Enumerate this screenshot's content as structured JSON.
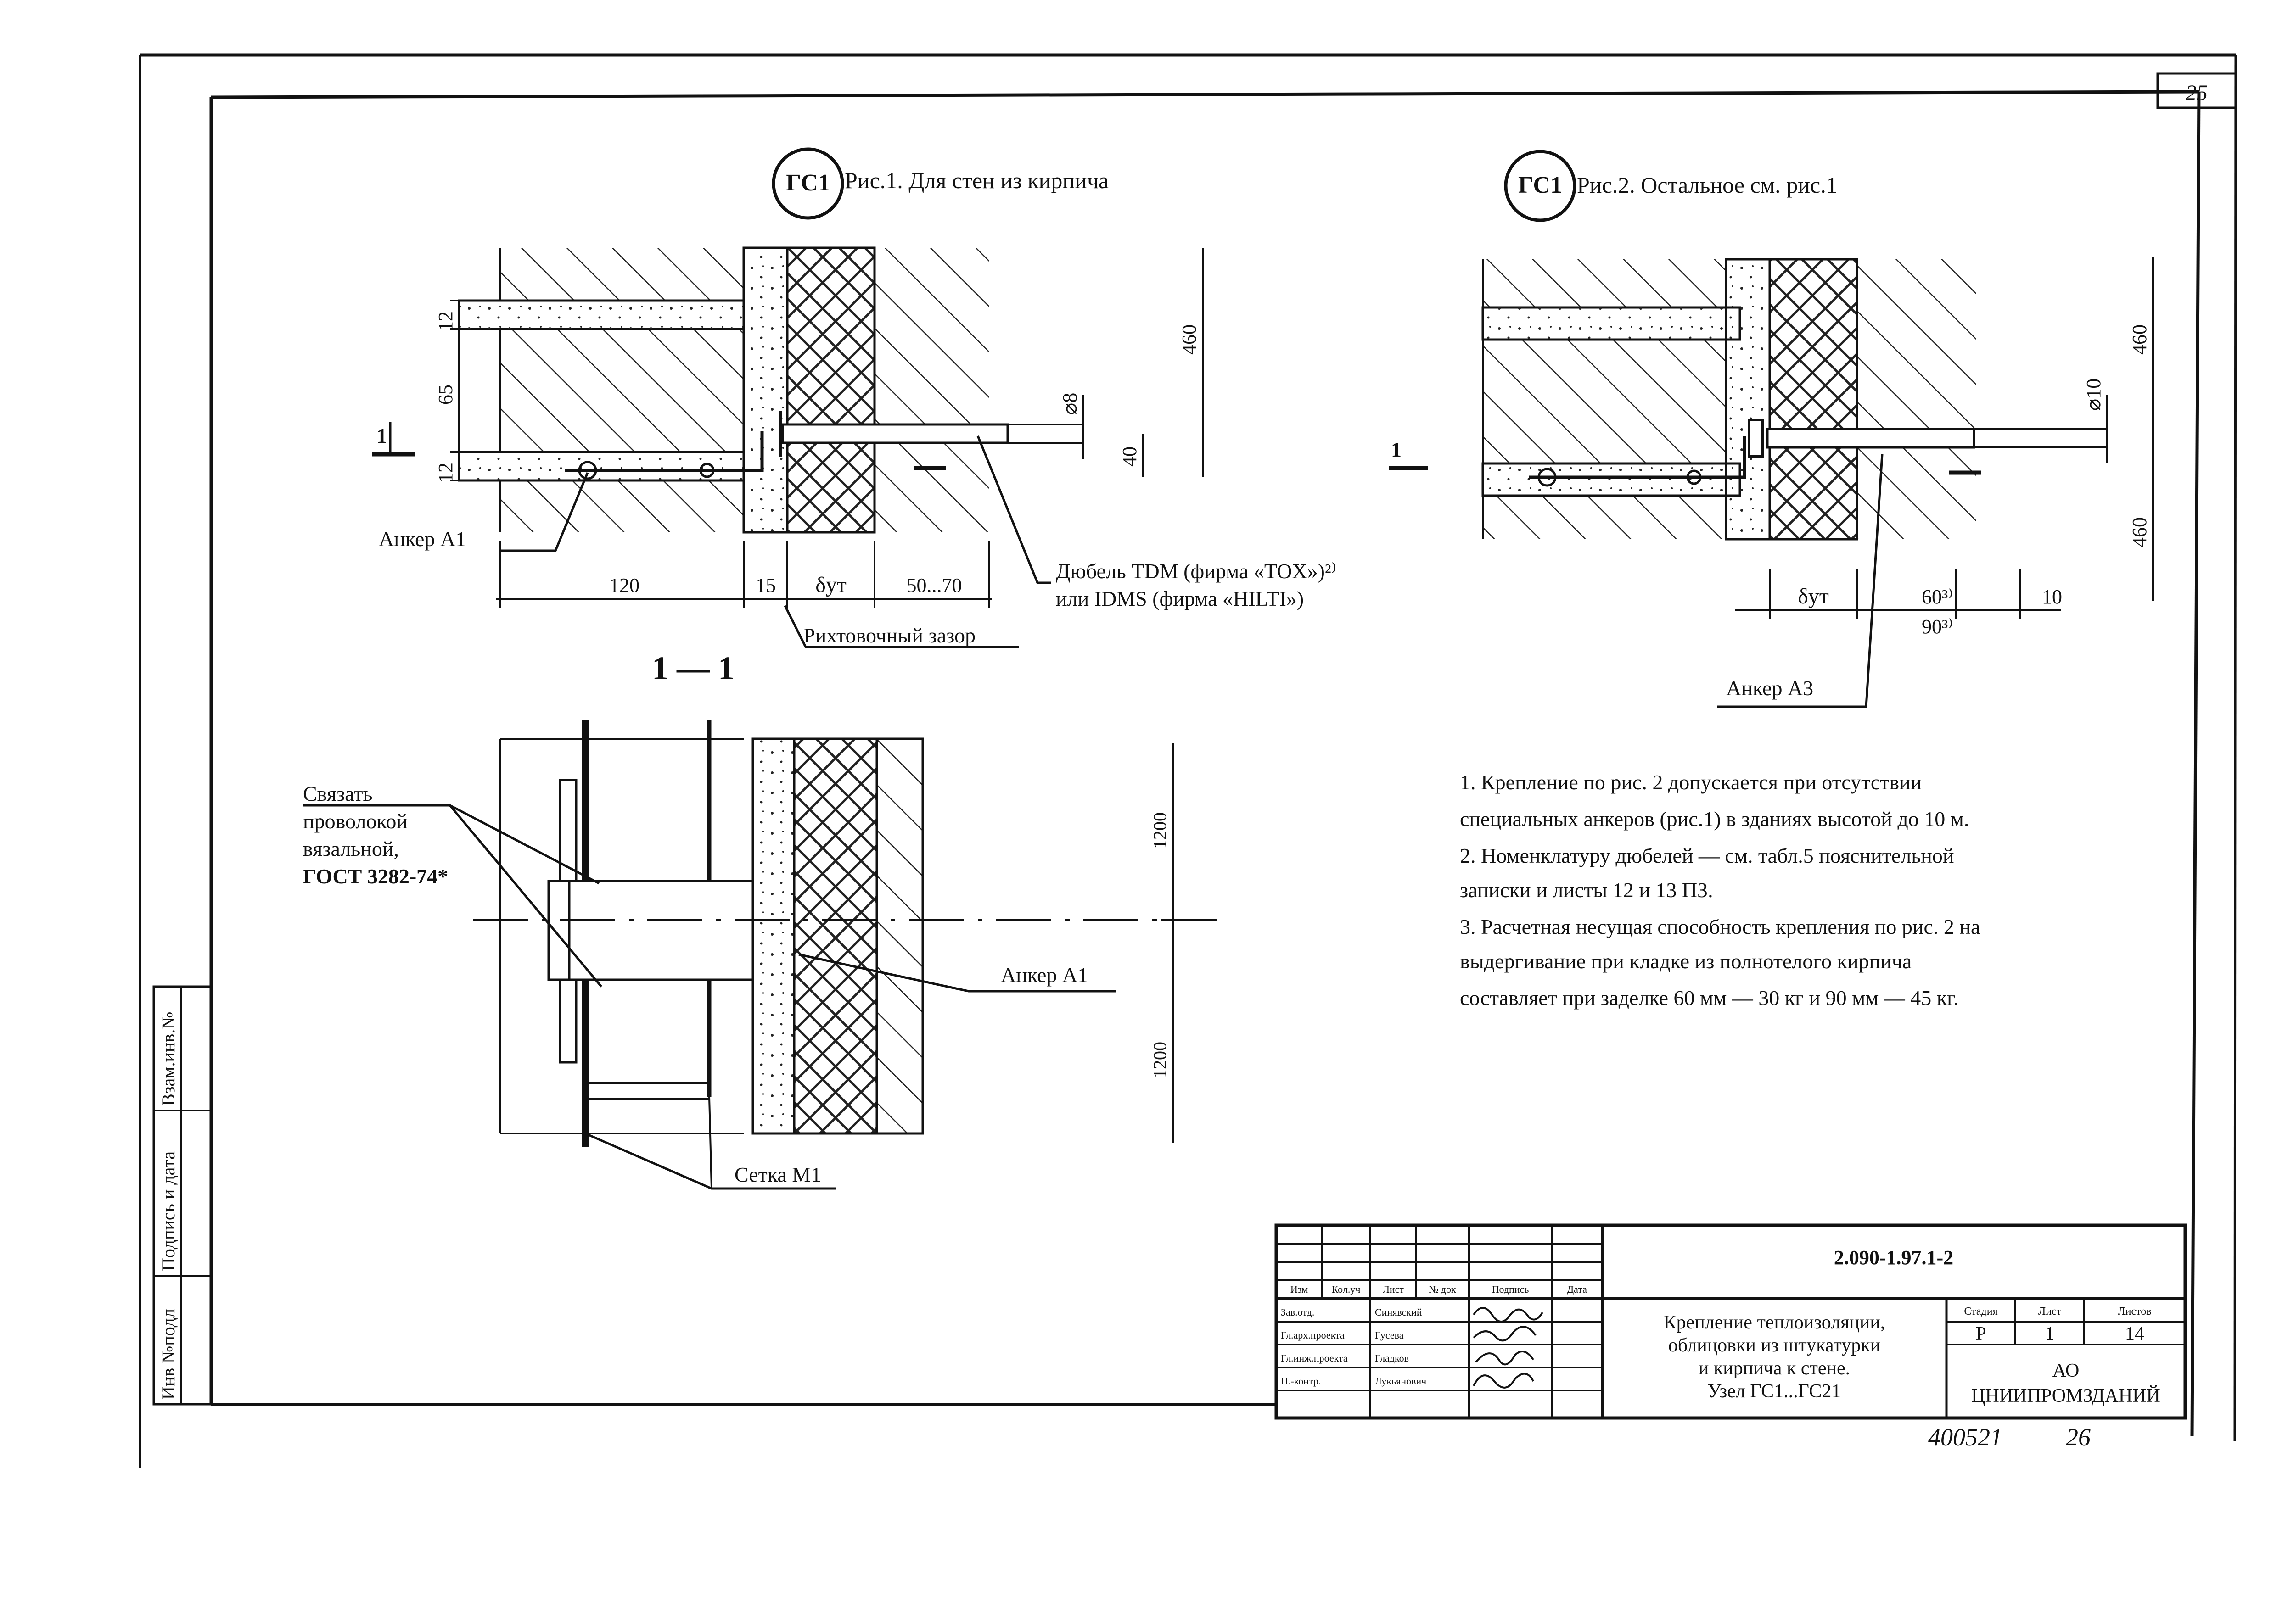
{
  "sheet": {
    "page_number": "25",
    "handwritten_number": "400521",
    "handwritten_sheet": "26"
  },
  "side_stamp": {
    "inv_original": "Инв №подл",
    "sign_date": "Подпись и дата",
    "inv_replace": "Взам.инв.№"
  },
  "figure1": {
    "node": "ГС1",
    "caption": "Рис.1. Для стен из   кирпича",
    "dim_12_top": "12",
    "dim_65": "65",
    "dim_12_bottom": "12",
    "dim_460": "460",
    "dim_40": "40",
    "dim_d8": "⌀8",
    "dim_120": "120",
    "dim_15": "15",
    "dim_delta": "δут",
    "dim_50_70": "50...70",
    "section_mark": "1",
    "label_anchor": "Анкер А1",
    "label_dowel_1": "Дюбель TDM (фирма  «TOX»)²⁾",
    "label_dowel_2": "или IDMS (фирма   «HILTI»)",
    "label_gap": "Рихтовочный зазор"
  },
  "figure2": {
    "node": "ГС1",
    "caption": "Рис.2. Остальное см. рис.1",
    "dim_460_top": "460",
    "dim_460_bottom": "460",
    "dim_d10": "⌀10",
    "dim_delta": "δут",
    "dim_60": "60³⁾",
    "dim_90": "90³⁾",
    "dim_10": "10",
    "section_mark": "1",
    "label_anchor": "Анкер А3"
  },
  "section": {
    "title": "1 — 1",
    "label_tie": [
      "Связать",
      "проволокой",
      "вязальной,",
      "ГОСТ 3282-74*"
    ],
    "label_anchor": "Анкер А1",
    "label_mesh": "Сетка М1",
    "dim_1200_top": "1200",
    "dim_1200_bottom": "1200"
  },
  "notes": [
    "1. Крепление по рис. 2 допускается при отсутствии",
    "специальных анкеров (рис.1) в зданиях высотой до 10 м.",
    "2. Номенклатуру  дюбелей — см. табл.5 пояснительной",
    "записки и  листы 12 и 13   ПЗ.",
    "3. Расчетная несущая способность крепления по рис. 2 на",
    "выдергивание при кладке из полнотелого кирпича",
    "составляет при заделке 60 мм — 30 кг и 90 мм — 45 кг."
  ],
  "title_block": {
    "code": "2.090-1.97.1-2",
    "headers": [
      "Изм",
      "Кол.уч",
      "Лист",
      "№ док",
      "Подпись",
      "Дата"
    ],
    "roles": [
      "Зав.отд.",
      "Гл.арх.проекта",
      "Гл.инж.проекта",
      "Н.-контр."
    ],
    "names": [
      "Синявский",
      "Гусева",
      "Гладков",
      "Лукьянович"
    ],
    "description": [
      "Крепление теплоизоляции,",
      "облицовки из штукатурки",
      "и кирпича к стене.",
      "Узел ГС1...ГС21"
    ],
    "stage_header": "Стадия",
    "sheet_header": "Лист",
    "sheets_header": "Листов",
    "stage": "Р",
    "sheet": "1",
    "sheets": "14",
    "org_1": "АО",
    "org_2": "ЦНИИПРОМЗДАНИЙ"
  }
}
